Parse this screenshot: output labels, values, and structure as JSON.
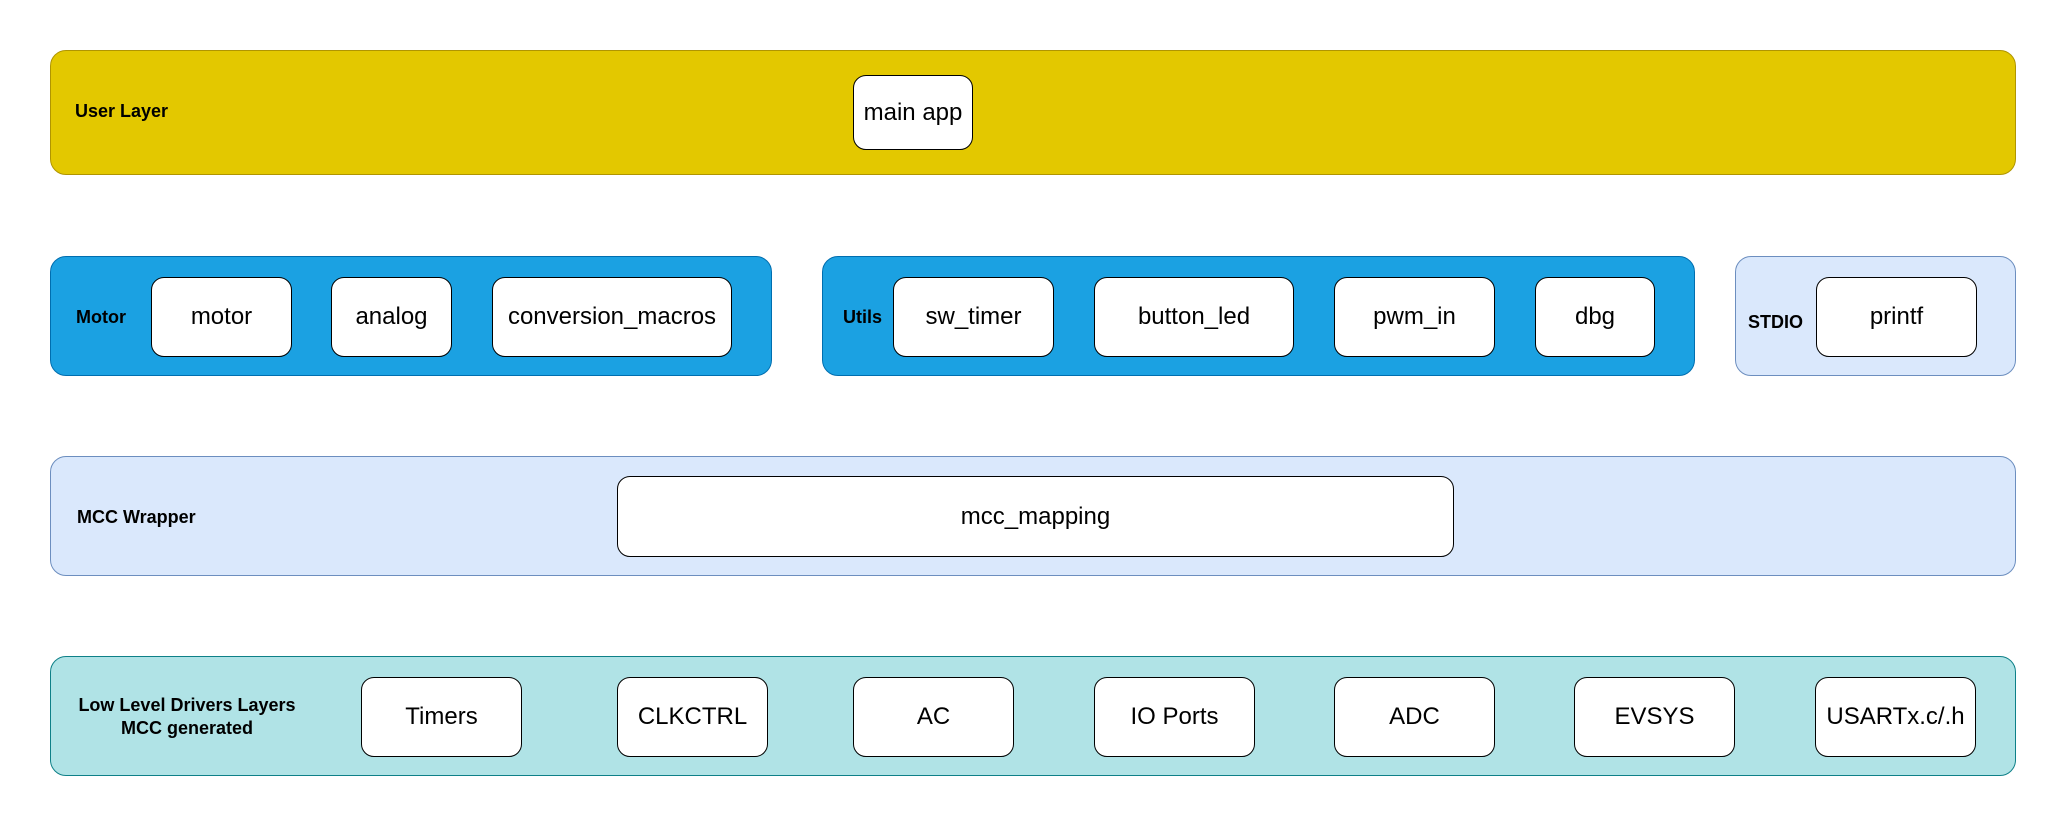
{
  "colors": {
    "user_layer_fill": "#E3C800",
    "user_layer_border": "#B09500",
    "blue_fill": "#1BA1E2",
    "blue_border": "#006EAF",
    "light_fill": "#DAE8FC",
    "light_border": "#6C8EBF",
    "teal_fill": "#B0E3E6",
    "teal_border": "#0E8088",
    "module_fill": "#FFFFFF"
  },
  "user_layer": {
    "label": "User Layer",
    "modules": [
      "main app"
    ]
  },
  "motor": {
    "label": "Motor",
    "modules": [
      "motor",
      "analog",
      "conversion_macros"
    ]
  },
  "utils": {
    "label": "Utils",
    "modules": [
      "sw_timer",
      "button_led",
      "pwm_in",
      "dbg"
    ]
  },
  "stdio": {
    "label": "STDIO",
    "modules": [
      "printf"
    ]
  },
  "mcc_wrapper": {
    "label": "MCC Wrapper",
    "modules": [
      "mcc_mapping"
    ]
  },
  "low_level": {
    "label_line1": "Low Level Drivers Layers",
    "label_line2": "MCC generated",
    "modules": [
      "Timers",
      "CLKCTRL",
      "AC",
      "IO Ports",
      "ADC",
      "EVSYS",
      "USARTx.c/.h"
    ]
  }
}
